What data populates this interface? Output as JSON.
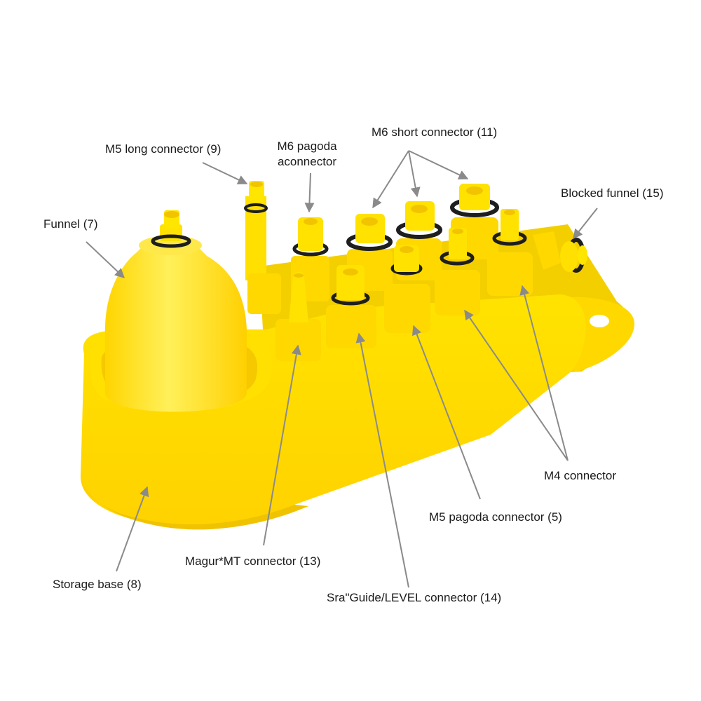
{
  "labels": {
    "m5_long": "M5 long connector (9)",
    "m6_pagoda_line1": "M6 pagoda",
    "m6_pagoda_line2": "aconnector",
    "m6_short": "M6 short connector (11)",
    "blocked_funnel": "Blocked funnel (15)",
    "funnel": "Funnel (7)",
    "m4": "M4 connector",
    "m5_pagoda": "M5 pagoda connector (5)",
    "magur": "Magur*MT connector (13)",
    "storage_base": "Storage base (8)",
    "sra_guide": "Sra\"Guide/LEVEL connector (14)"
  },
  "colors": {
    "yellow": "#ffe500",
    "yellow_shade": "#f2c400",
    "yellow_light": "#fff36a",
    "oring": "#1e1e1e",
    "arrow": "#8a8a8a",
    "text": "#1a1a1a"
  }
}
